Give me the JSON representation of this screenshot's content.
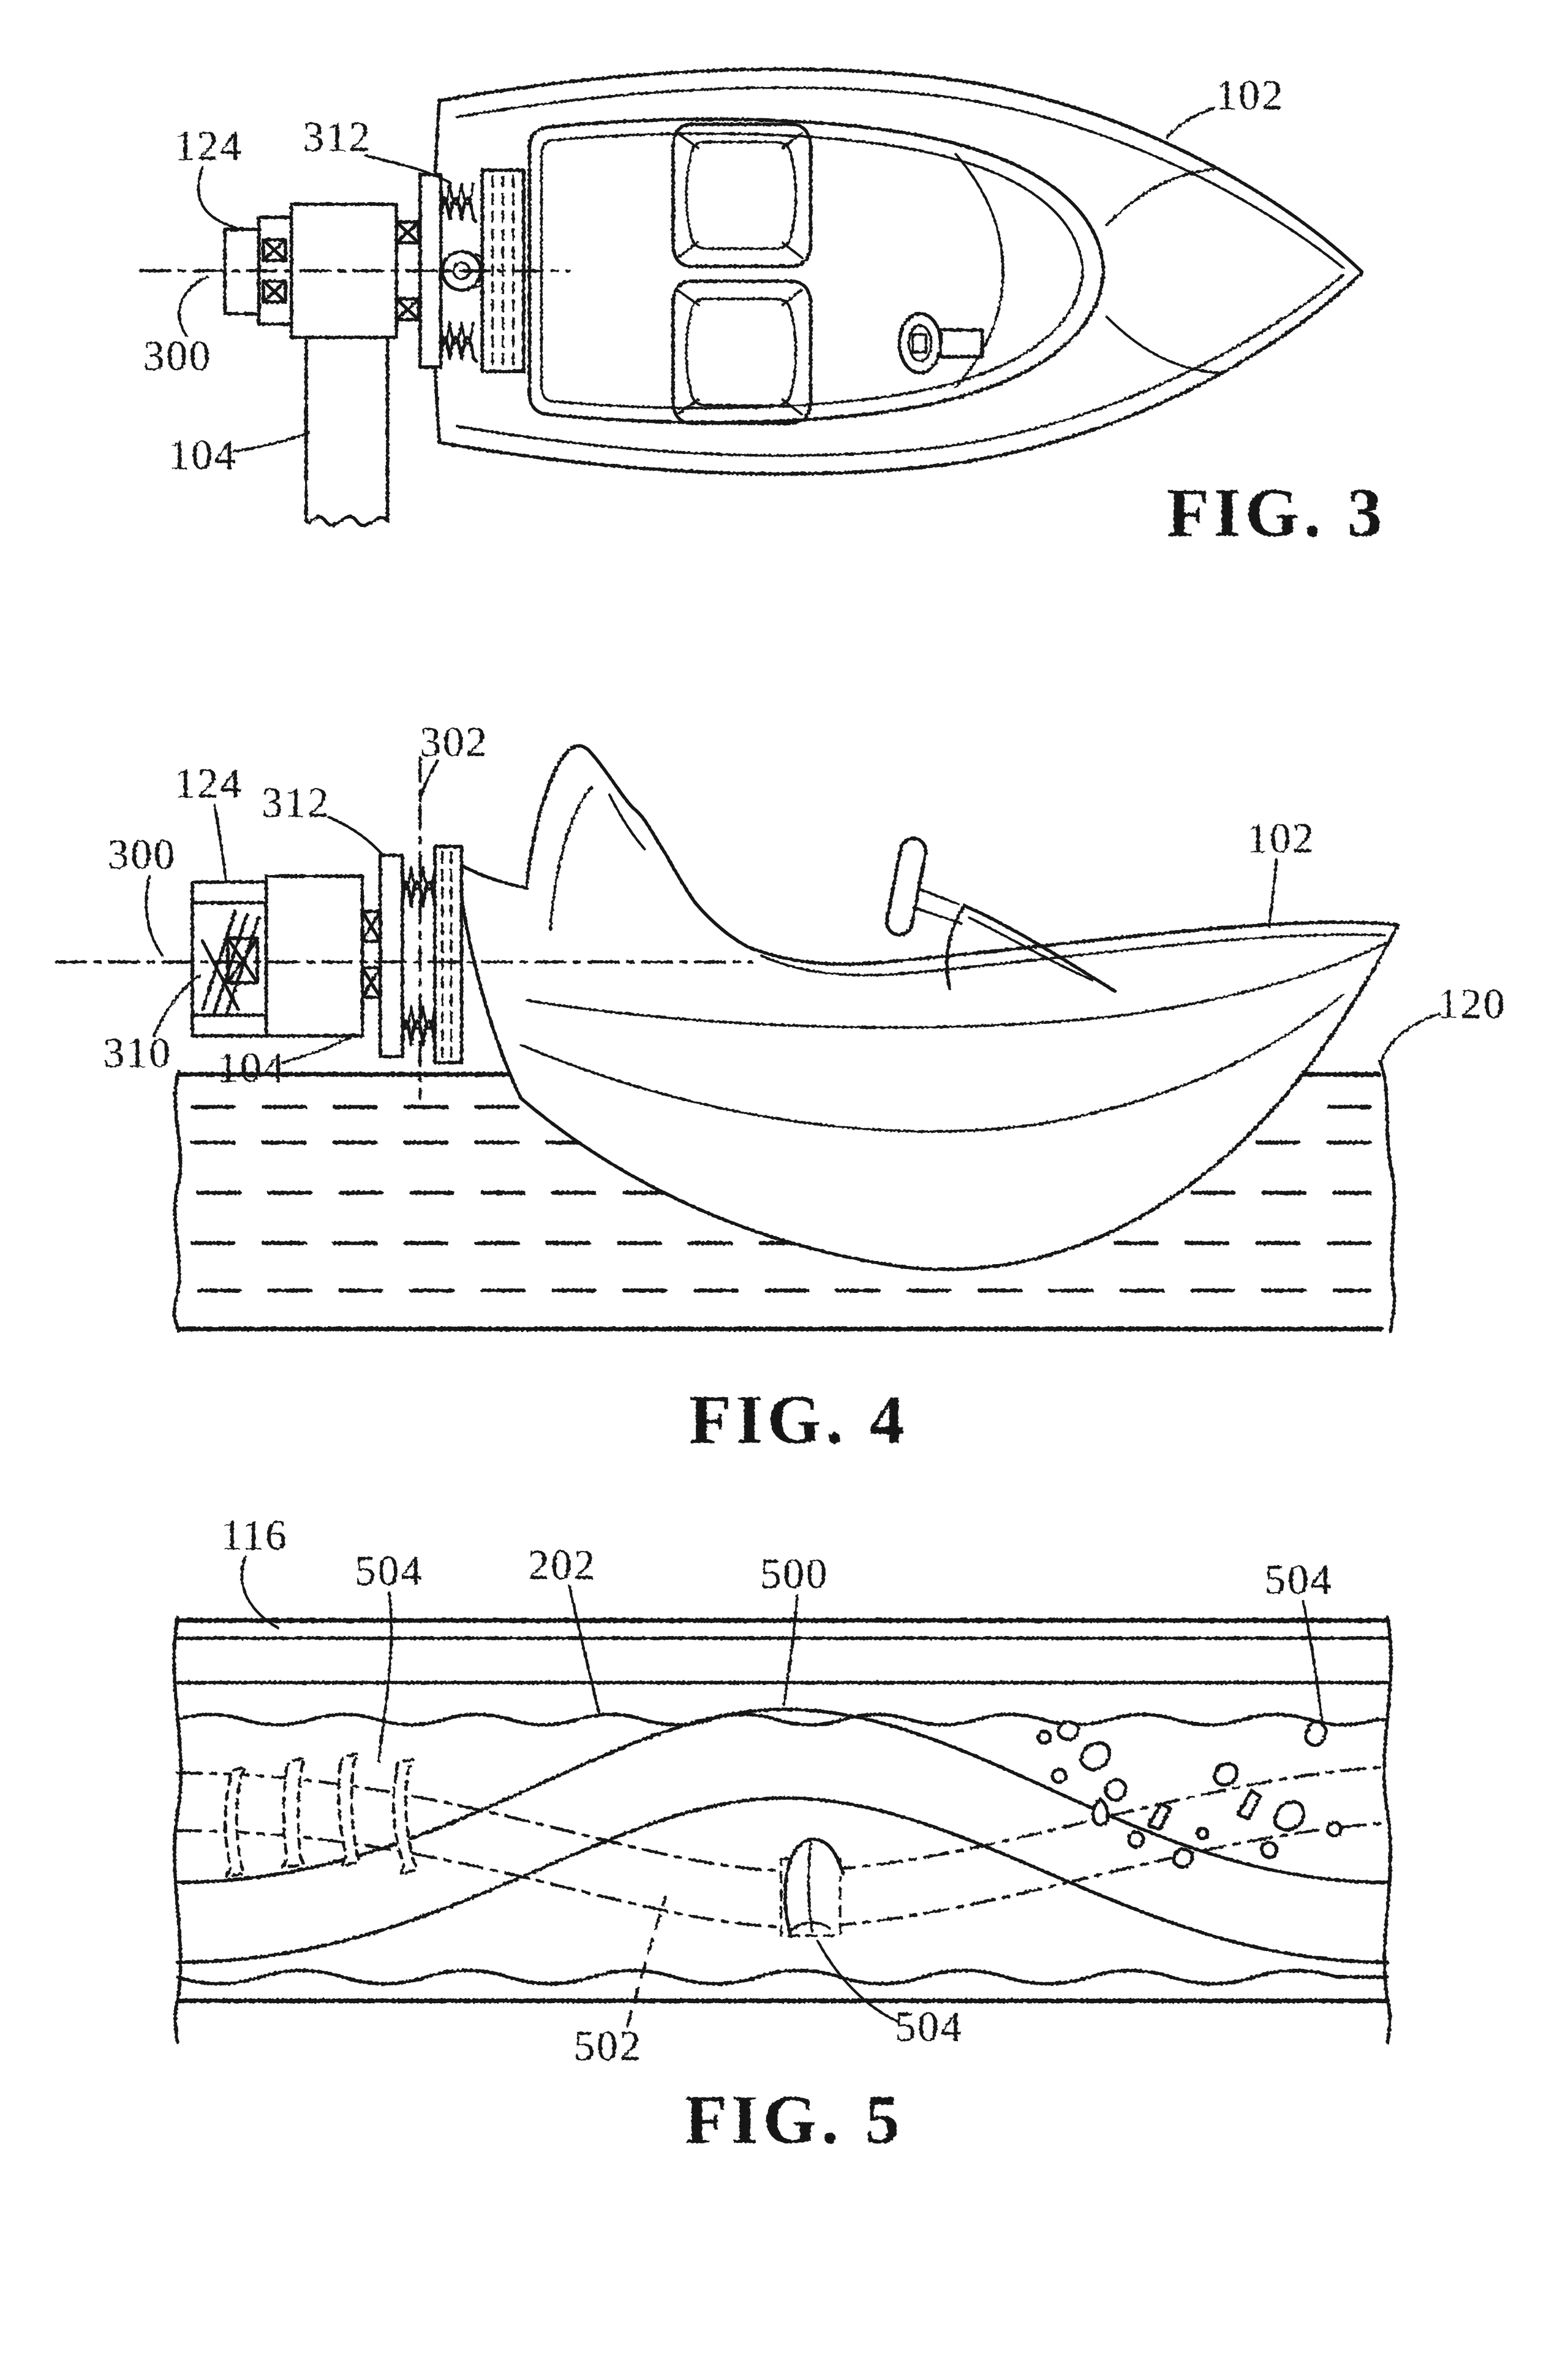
{
  "page": {
    "paper_color": "#ffffff",
    "ink_color": "#181818"
  },
  "fig3": {
    "caption": "FIG. 3",
    "labels": {
      "n124": "124",
      "n312": "312",
      "n102": "102",
      "n300": "300",
      "n104": "104"
    }
  },
  "fig4": {
    "caption": "FIG. 4",
    "labels": {
      "n302": "302",
      "n124": "124",
      "n312": "312",
      "n300": "300",
      "n102": "102",
      "n120": "120",
      "n310": "310",
      "n104": "104"
    }
  },
  "fig5": {
    "caption": "FIG. 5",
    "labels": {
      "n116": "116",
      "n504_left": "504",
      "n202": "202",
      "n500": "500",
      "n504_right": "504",
      "n502": "502",
      "n504_bottom": "504"
    }
  }
}
